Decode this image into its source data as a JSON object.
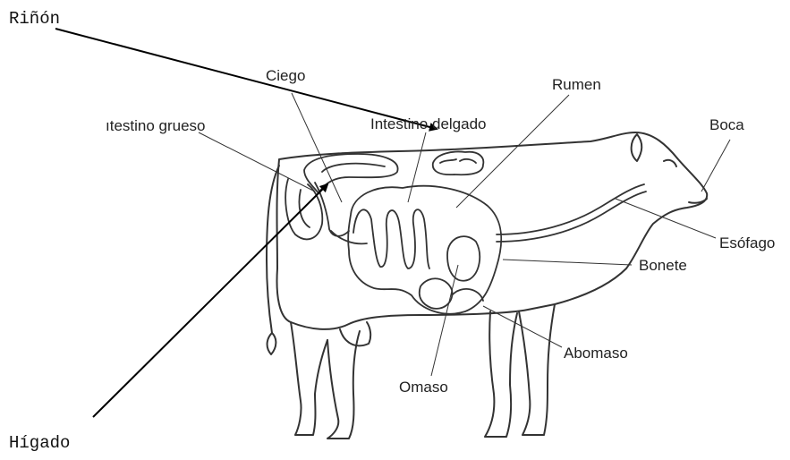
{
  "labels": {
    "rinon": "Riñón",
    "higado": "Hígado",
    "ciego": "Ciego",
    "rumen": "Rumen",
    "intestino_grueso": "ıtestino grueso",
    "intestino_delgado": "Intestino delgado",
    "boca": "Boca",
    "esofago": "Esófago",
    "bonete": "Bonete",
    "abomaso": "Abomaso",
    "omaso": "Omaso"
  },
  "colors": {
    "ink": "#222222",
    "arrow": "#000000",
    "background": "#ffffff"
  }
}
